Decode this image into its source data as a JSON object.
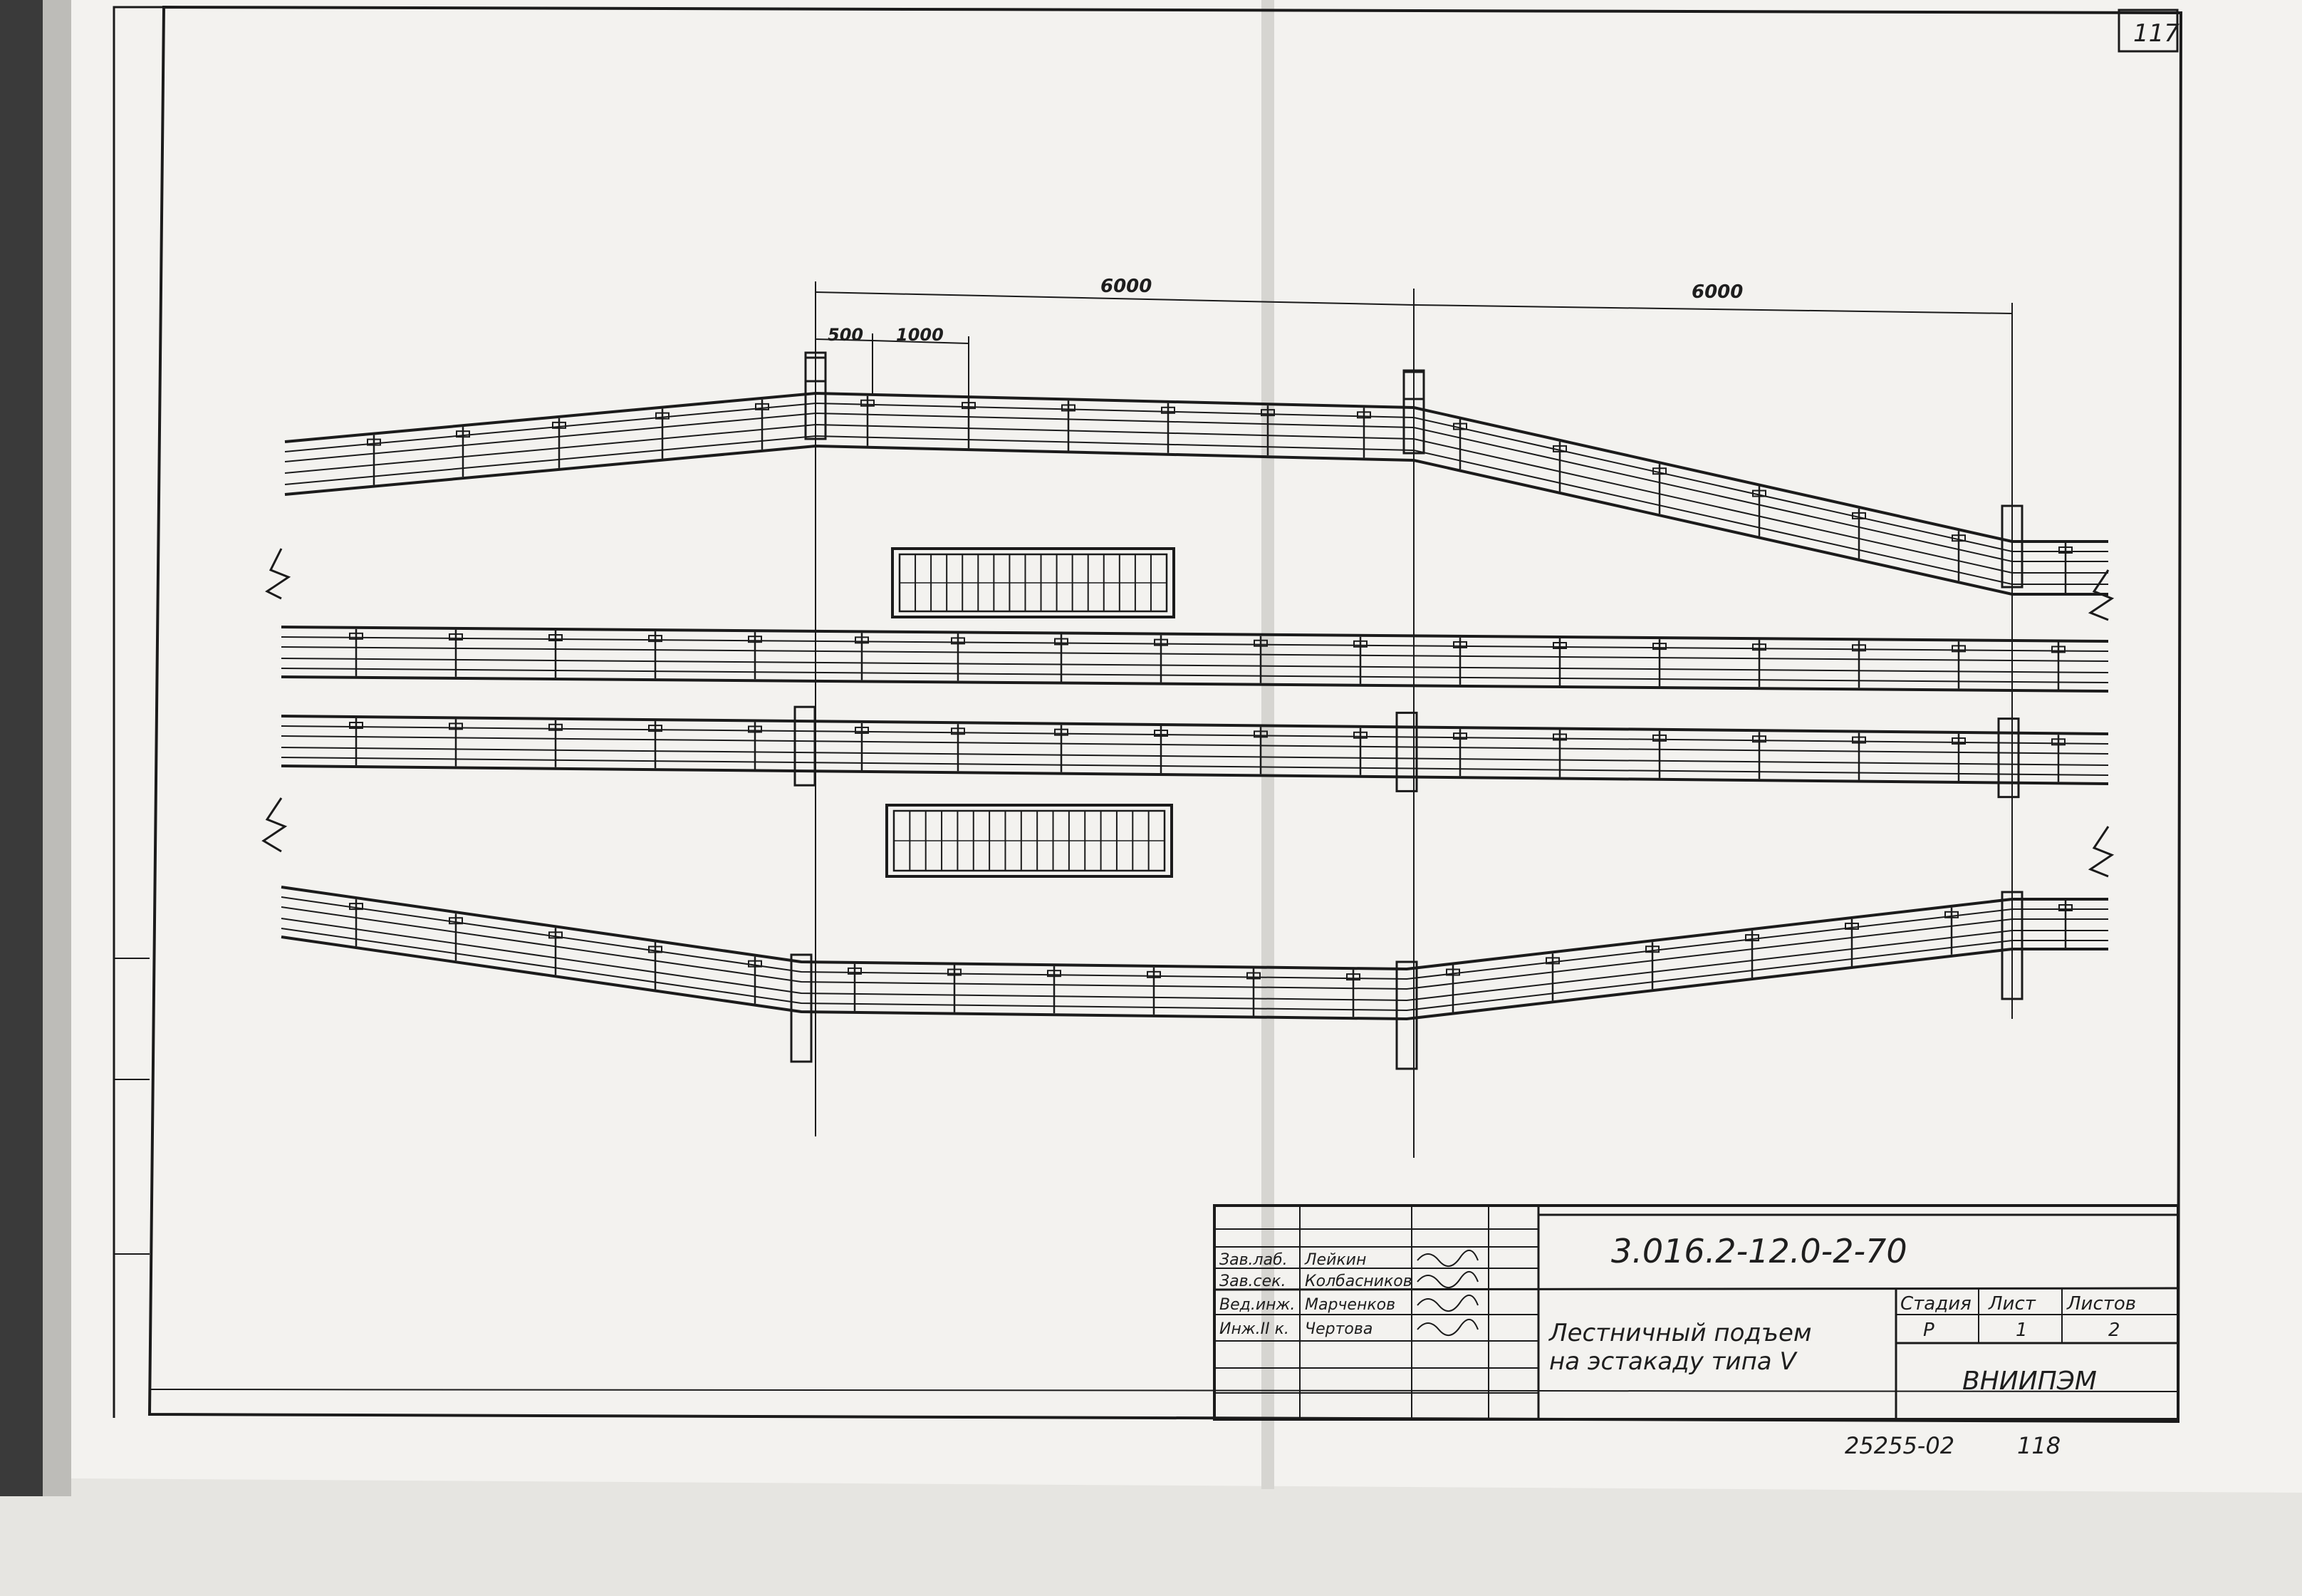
{
  "sheet": {
    "page_number": "117",
    "bottom_code": "25255-02",
    "bottom_page": "118"
  },
  "dimensions": {
    "span_left": "6000",
    "span_right": "6000",
    "offset": "500",
    "post_spacing": "1000"
  },
  "title_block": {
    "document_code": "3.016.2-12.0-2-70",
    "title_line1": "Лестничный подъем",
    "title_line2": "на эстакаду типа V",
    "stage_header": "Стадия",
    "sheet_header": "Лист",
    "sheets_header": "Листов",
    "stage_value": "Р",
    "sheet_value": "1",
    "sheets_value": "2",
    "organization": "ВНИИПЭМ",
    "roles": [
      "Зав.лаб.",
      "Зав.сек.",
      "Вед.инж.",
      "Инж.II к."
    ],
    "names": [
      "Лейкин",
      "Колбасников",
      "Марченков",
      "Чертова"
    ]
  }
}
